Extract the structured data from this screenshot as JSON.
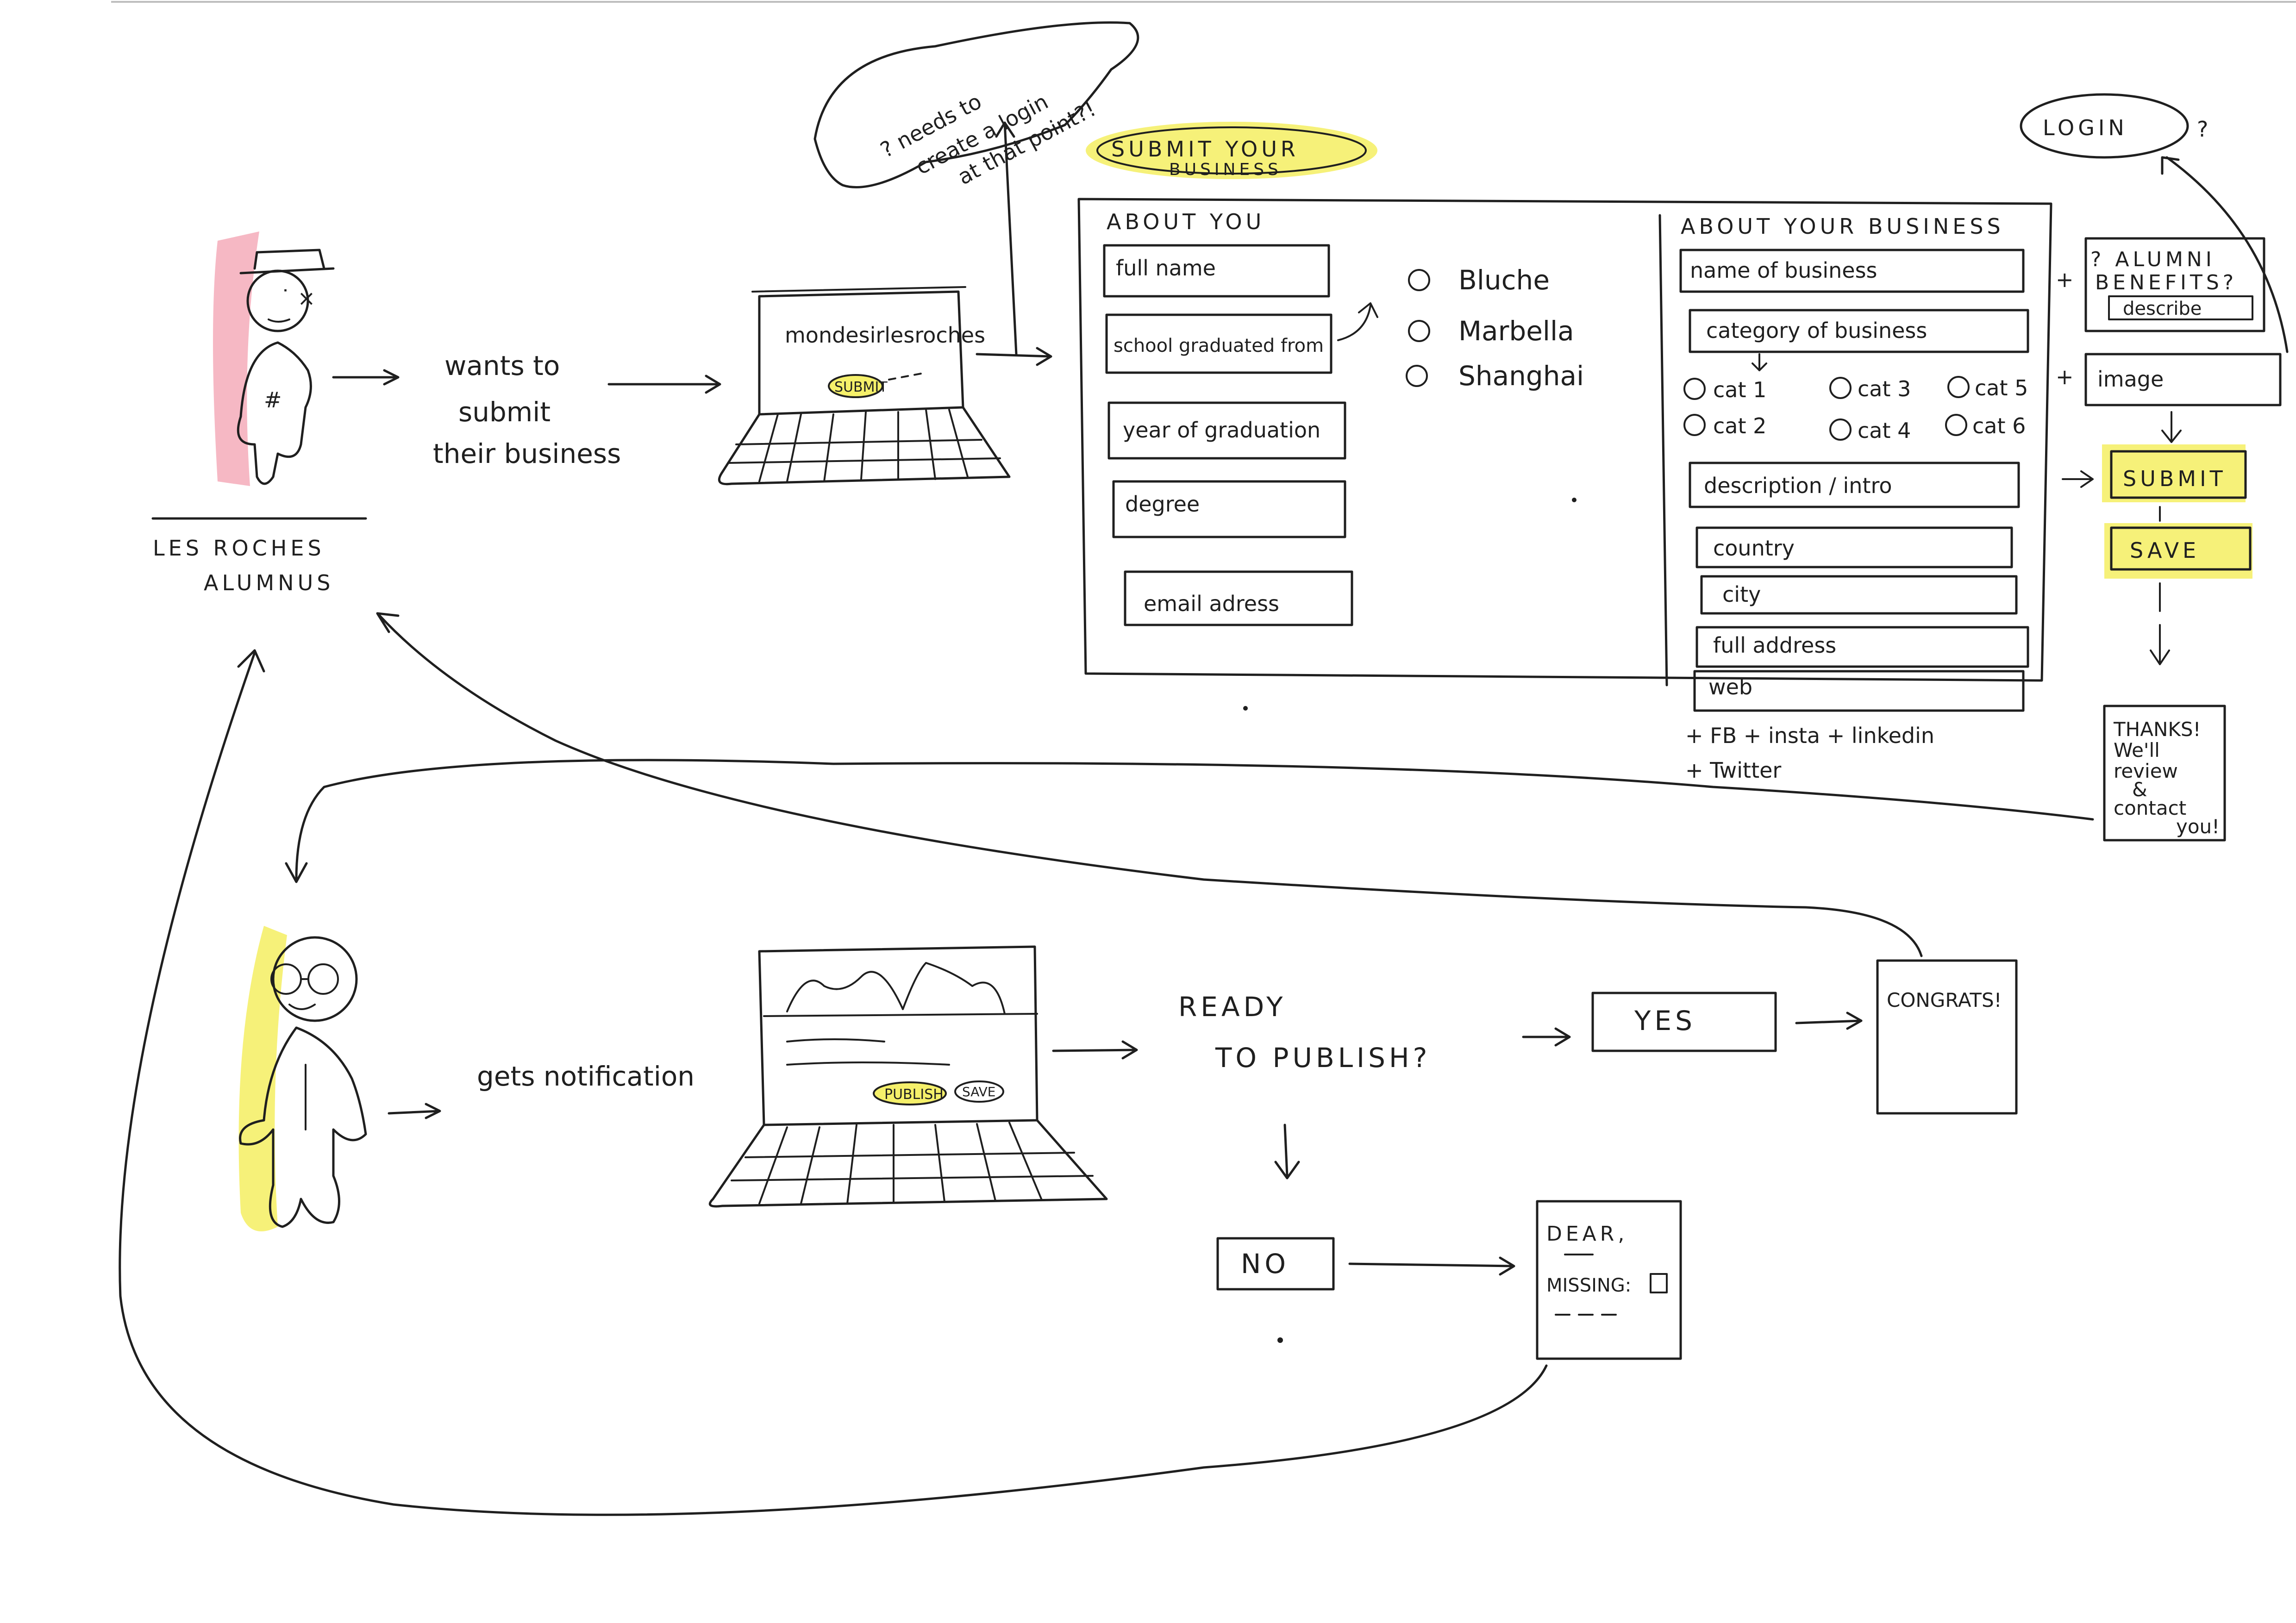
{
  "colors": {
    "ink": "#1f1f1f",
    "pink_highlight": "#f4a6b5",
    "yellow_highlight": "#f5f06a",
    "paper": "#ffffff"
  },
  "top_flow": {
    "persona_label_line1": "LES ROCHES",
    "persona_label_line2": "ALUMNUS",
    "step_text_line1": "wants to",
    "step_text_line2": "submit",
    "step_text_line3": "their business",
    "laptop_screen_text": "mondesirlesroches",
    "laptop_button": "SUBMIT",
    "cloud_note_line1": "? needs to",
    "cloud_note_line2": "create a login",
    "cloud_note_line3": "at that point?!",
    "login_label": "LOGIN",
    "login_question": "?"
  },
  "form": {
    "title_line1": "SUBMIT YOUR",
    "title_line2": "BUSINESS",
    "about_you": {
      "heading": "ABOUT YOU",
      "fields": [
        "full name",
        "school graduated from",
        "year of graduation",
        "degree",
        "email adress"
      ],
      "campuses": [
        "Bluche",
        "Marbella",
        "Shanghai"
      ]
    },
    "about_business": {
      "heading": "ABOUT YOUR BUSINESS",
      "fields_top": [
        "name of business",
        "category of business"
      ],
      "categories": [
        "cat 1",
        "cat 2",
        "cat 3",
        "cat 4",
        "cat 5",
        "cat 6"
      ],
      "fields_bottom": [
        "description / intro",
        "country",
        "city",
        "full address",
        "web"
      ],
      "social_line1": "+ FB   + insta  + linkedin",
      "social_line2": "+ Twitter"
    },
    "side": {
      "alumni_benefits_line1": "? ALUMNI",
      "alumni_benefits_line2": "BENEFITS?",
      "describe": "describe",
      "plus": "+",
      "image": "image",
      "submit": "SUBMIT",
      "save": "SAVE",
      "thanks_lines": [
        "THANKS!",
        "We'll",
        "review",
        "&",
        "contact",
        "you!"
      ]
    }
  },
  "bottom_flow": {
    "step_text": "gets notification",
    "laptop_publish": "PUBLISH",
    "laptop_save": "SAVE",
    "ready_line1": "READY",
    "ready_line2": "TO PUBLISH?",
    "yes": "YES",
    "congrats": "CONGRATS!",
    "no": "NO",
    "dear": "DEAR,",
    "missing": "MISSING:"
  }
}
